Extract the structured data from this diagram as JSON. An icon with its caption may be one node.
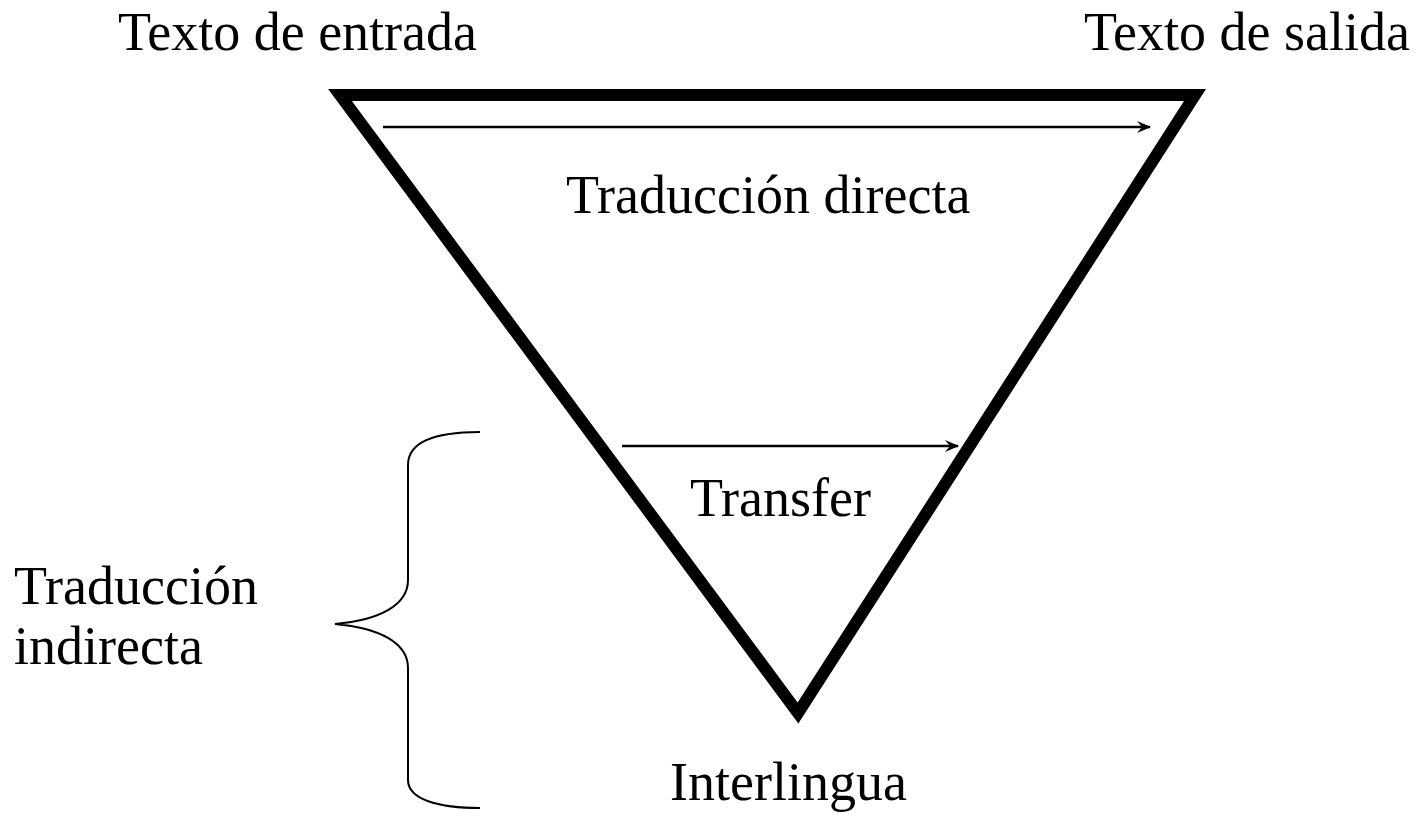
{
  "diagram": {
    "labels": [
      "Texto de entrada",
      "Texto de salida",
      "Traducción directa",
      "Transfer",
      "Traducción indirecta",
      "Interlingua"
    ]
  }
}
